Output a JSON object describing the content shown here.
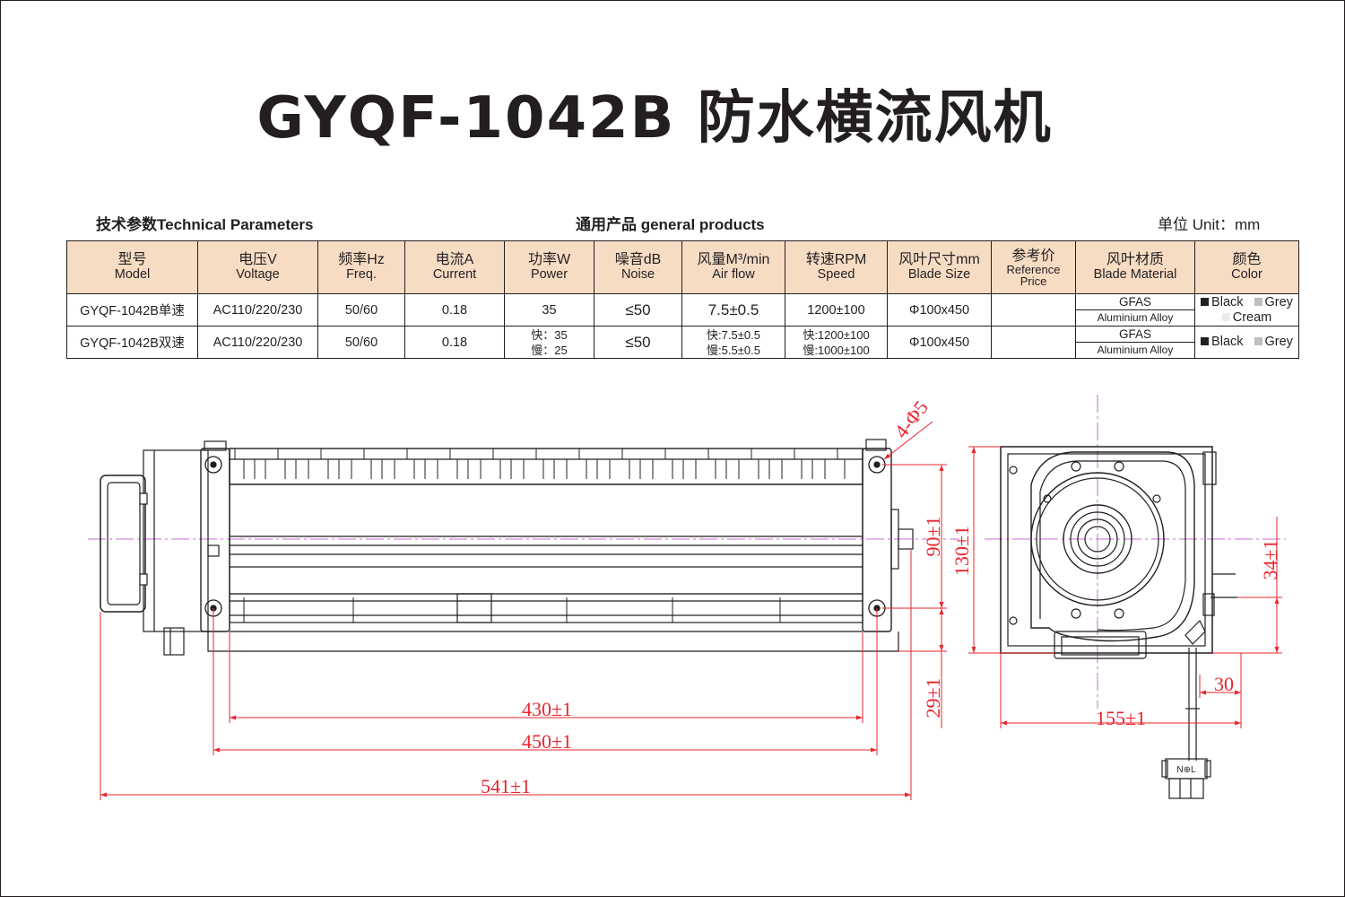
{
  "title": "GYQF-1042B 防水横流风机",
  "header": {
    "tech_params": "技术参数Technical Parameters",
    "general_products": "通用产品 general products",
    "unit": "单位 Unit：mm"
  },
  "table": {
    "columns": [
      {
        "cn": "型号",
        "en": "Model"
      },
      {
        "cn": "电压V",
        "en": "Voltage"
      },
      {
        "cn": "频率Hz",
        "en": "Freq."
      },
      {
        "cn": "电流A",
        "en": "Current"
      },
      {
        "cn": "功率W",
        "en": "Power"
      },
      {
        "cn": "噪音dB",
        "en": "Noise"
      },
      {
        "cn": "风量M³/min",
        "en": "Air flow"
      },
      {
        "cn": "转速RPM",
        "en": "Speed"
      },
      {
        "cn": "风叶尺寸mm",
        "en": "Blade Size"
      },
      {
        "cn": "参考价",
        "en": "Reference Price"
      },
      {
        "cn": "风叶材质",
        "en": "Blade Material"
      },
      {
        "cn": "颜色",
        "en": "Color"
      }
    ],
    "rows": [
      {
        "model": "GYQF-1042B单速",
        "voltage": "AC110/220/230",
        "freq": "50/60",
        "current": "0.18",
        "power": "35",
        "noise": "≤50",
        "airflow": "7.5±0.5",
        "speed": "1200±100",
        "blade_size": "Φ100x450",
        "price": "",
        "material_1": "GFAS",
        "material_2": "Aluminium Alloy",
        "color_1": "Black",
        "color_2": "Grey",
        "color_3": "Cream"
      },
      {
        "model": "GYQF-1042B双速",
        "voltage": "AC110/220/230",
        "freq": "50/60",
        "current": "0.18",
        "power_fast": "快：35",
        "power_slow": "慢：25",
        "noise": "≤50",
        "airflow_fast": "快:7.5±0.5",
        "airflow_slow": "慢:5.5±0.5",
        "speed_fast": "快:1200±100",
        "speed_slow": "慢:1000±100",
        "blade_size": "Φ100x450",
        "price": "",
        "material_1": "GFAS",
        "material_2": "Aluminium Alloy",
        "color_1": "Black",
        "color_2": "Grey"
      }
    ]
  },
  "dimensions": {
    "holes": "4-Φ5",
    "d_430": "430±1",
    "d_450": "450±1",
    "d_541": "541±1",
    "d_90": "90±1",
    "d_130": "130±1",
    "d_29": "29±1",
    "d_155": "155±1",
    "d_34": "34±1",
    "d_30": "30",
    "connector": "N⊕L"
  },
  "colors": {
    "dimension": "#e8252e",
    "centerline": "#c46fd0",
    "header_fill": "#f7dcc4",
    "ink": "#231f20"
  }
}
